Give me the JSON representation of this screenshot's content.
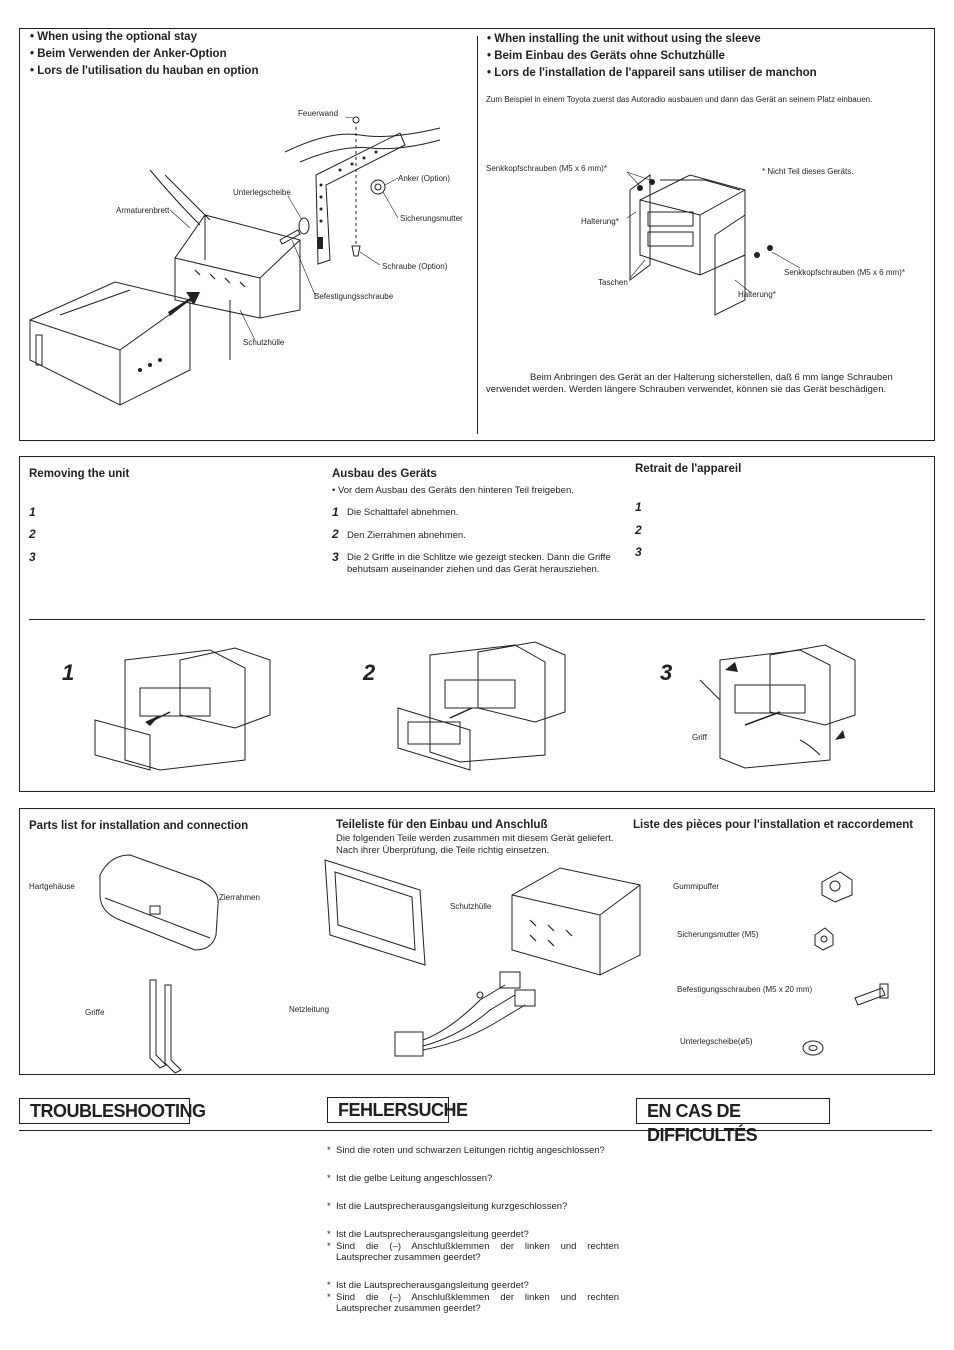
{
  "top_left": {
    "bullets": [
      "When using the optional stay",
      "Beim Verwenden der Anker-Option",
      "Lors de l'utilisation du hauban en option"
    ],
    "labels": {
      "feuerwand": "Feuerwand",
      "anker": "Anker (Option)",
      "unterlegscheibe": "Unterlegscheibe",
      "sicherungsmutter": "Sicherungsmutter",
      "armaturenbrett": "Armaturenbrett",
      "schraube": "Schraube (Option)",
      "befestigungsschraube": "Befestigungsschraube",
      "schutzhuelle": "Schutzhülle"
    }
  },
  "top_right": {
    "bullets": [
      "When installing the unit without using the sleeve",
      "Beim Einbau des Geräts ohne Schutzhülle",
      "Lors de l'installation de l'appareil sans utiliser de manchon"
    ],
    "intro": "Zum Beispiel in einem Toyota zuerst das Autoradio ausbauen und dann das Gerät an seinem Platz einbauen.",
    "labels": {
      "senk1": "Senkkopfschrauben (M5 x 6 mm)*",
      "nicht_teil": "* Nicht Teil dieses Geräts.",
      "halterung1": "Halterung*",
      "taschen": "Taschen",
      "senk2": "Senkkopfschrauben (M5 x 6 mm)*",
      "halterung2": "Halterung*"
    },
    "note": "Beim Anbringen des Gerät an der Halterung sicherstellen, daß 6 mm lange Schrauben verwendet werden. Werden längere Schrauben verwendet, können sie das Gerät beschädigen."
  },
  "removing": {
    "en_title": "Removing the unit",
    "de_title": "Ausbau des Geräts",
    "fr_title": "Retrait de l'appareil",
    "de_intro": "• Vor dem Ausbau des Geräts den hinteren Teil freigeben.",
    "nums": [
      "1",
      "2",
      "3"
    ],
    "de_steps": [
      "Die Schalttafel abnehmen.",
      "Den Zierrahmen abnehmen.",
      "Die 2 Griffe in die Schlitze wie gezeigt stecken. Dann die Griffe behutsam auseinander ziehen und das Gerät herausziehen."
    ],
    "fig_nums": [
      "1",
      "2",
      "3"
    ],
    "griff": "Griff"
  },
  "parts": {
    "en_title": "Parts list for installation and connection",
    "de_title": "Teileliste für den Einbau und Anschluß",
    "de_sub1": "Die folgenden Teile werden zusammen mit diesem Gerät geliefert.",
    "de_sub2": "Nach ihrer Überprüfung, die Teile richtig einsetzen.",
    "fr_title": "Liste des pièces pour l'installation et raccordement",
    "labels": {
      "hartgehaeuse": "Hartgehäuse",
      "zierrahmen": "Zierrahmen",
      "schutzhuelle": "Schutzhülle",
      "griffe": "Griffe",
      "netzleitung": "Netzleitung",
      "gummipuffer": "Gummipuffer",
      "sicherungsmutter": "Sicherungsmutter (M5)",
      "befestigungsschrauben": "Befestigungsschrauben (M5 x 20 mm)",
      "unterlegscheibe": "Unterlegscheibe(ø5)"
    }
  },
  "troubleshooting": {
    "en": "TROUBLESHOOTING",
    "de": "FEHLERSUCHE",
    "fr": "EN CAS DE DIFFICULTÉS",
    "items": [
      [
        "Sind die roten und schwarzen Leitungen richtig angeschlossen?"
      ],
      [
        "Ist die gelbe Leitung angeschlossen?"
      ],
      [
        "Ist die Lautsprecherausgangsleitung kurzgeschlossen?"
      ],
      [
        "Ist die Lautsprecherausgangsleitung geerdet?",
        "Sind die (–) Anschlußklemmen der linken und rechten Lautsprecher zusammen geerdet?"
      ],
      [
        "Ist die Lautsprecherausgangsleitung geerdet?",
        "Sind die (–) Anschlußklemmen der linken und rechten Lautsprecher zusammen geerdet?"
      ]
    ]
  }
}
